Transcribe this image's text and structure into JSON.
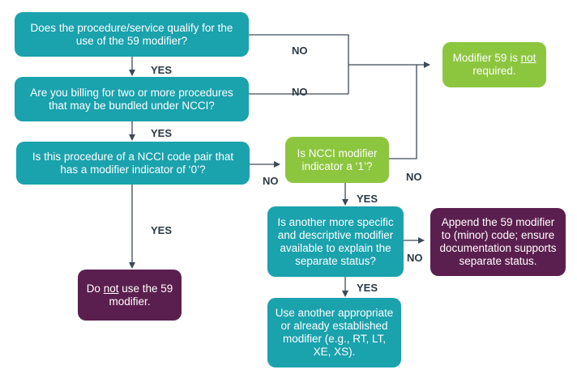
{
  "nodes": {
    "q1": "Does the procedure/service qualify for the use of the 59 modifier?",
    "q2": "Are you billing for two or more procedures that may be bundled under NCCI?",
    "q3": "Is this procedure of a NCCI code pair that has a modifier indicator of ‘0’?",
    "q4": "Is NCCI modifier indicator a ‘1’?",
    "q5": "Is another more specific and descriptive modifier available to explain the separate status?",
    "not_required_before": "Modifier 59 is ",
    "not_required_emph": "not",
    "not_required_after": " required.",
    "do_not_before": "Do ",
    "do_not_emph": "not",
    "do_not_after": " use the 59 modifier.",
    "append": "Append the 59 modifier to (minor) code; ensure documentation supports separate status.",
    "use_another": "Use another appropriate or already established modifier (e.g., RT, LT, XE, XS)."
  },
  "edge_labels": {
    "no1": "NO",
    "no2": "NO",
    "no3": "NO",
    "no4": "NO",
    "no5": "NO",
    "yes1": "YES",
    "yes2": "YES",
    "yes3": "YES",
    "yes4": "YES",
    "yes5": "YES"
  },
  "colors": {
    "question": "#1aa2ad",
    "positive": "#8cc63f",
    "terminal": "#5b1f4f",
    "connector": "#3d4a57"
  }
}
